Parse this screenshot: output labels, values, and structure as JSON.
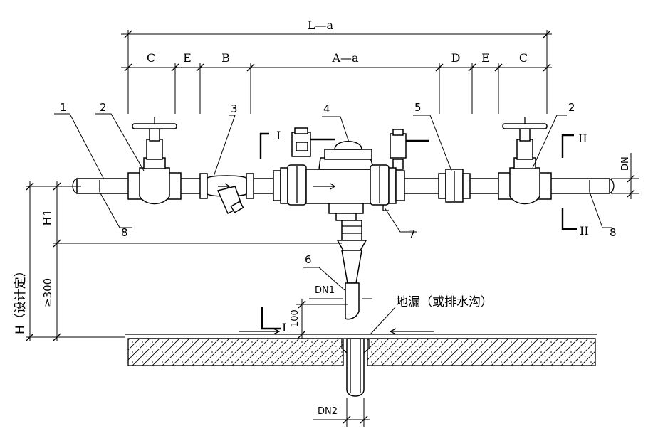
{
  "diagram": {
    "dimensions": {
      "overall": "L—a",
      "segments_top": [
        "C",
        "E",
        "B",
        "A—a",
        "D",
        "E",
        "C"
      ]
    },
    "part_numbers": [
      "1",
      "2",
      "3",
      "4",
      "5",
      "2",
      "6",
      "7",
      "8",
      "8"
    ],
    "section_marks": {
      "section_1_top": "I",
      "section_1_bottom": "I",
      "section_2_top": "II",
      "section_2_bottom": "II"
    },
    "vertical_dims": {
      "h_total": "H（设计定）",
      "h_min": "≥300",
      "h1": "H1",
      "gap": "100"
    },
    "pipe_labels": {
      "dn": "DN",
      "dn1": "DN1",
      "dn2": "DN2"
    },
    "drain_label": "地漏（或排水沟）"
  }
}
